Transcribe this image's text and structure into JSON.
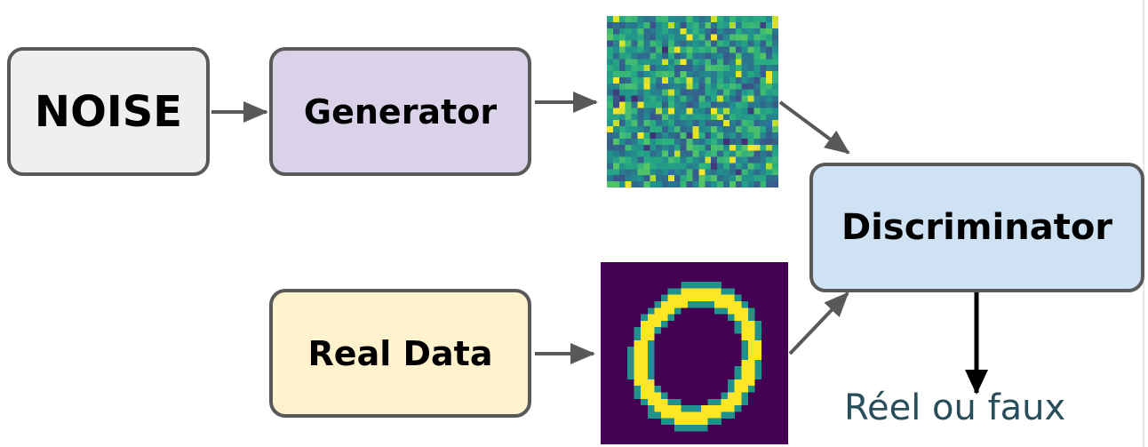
{
  "nodes": {
    "noise": "NOISE",
    "generator": "Generator",
    "real_data": "Real Data",
    "discriminator": "Discriminator"
  },
  "output_label": "Réel ou faux",
  "colors": {
    "noise_fill": "#efefef",
    "generator_fill": "#d9d2e9",
    "real_data_fill": "#fff2cc",
    "discriminator_fill": "#cfe2f3",
    "border": "#595959",
    "arrow_gray": "#595959",
    "arrow_black": "#000000",
    "label_text": "#274e5a"
  },
  "images": {
    "generated_sample": "noise-pixel-grid",
    "real_sample": "handwritten-digit-zero"
  },
  "edges": [
    {
      "from": "noise",
      "to": "generator"
    },
    {
      "from": "generator",
      "to": "generated_sample"
    },
    {
      "from": "real_data",
      "to": "real_sample"
    },
    {
      "from": "generated_sample",
      "to": "discriminator"
    },
    {
      "from": "real_sample",
      "to": "discriminator"
    },
    {
      "from": "discriminator",
      "to": "output_label"
    }
  ]
}
